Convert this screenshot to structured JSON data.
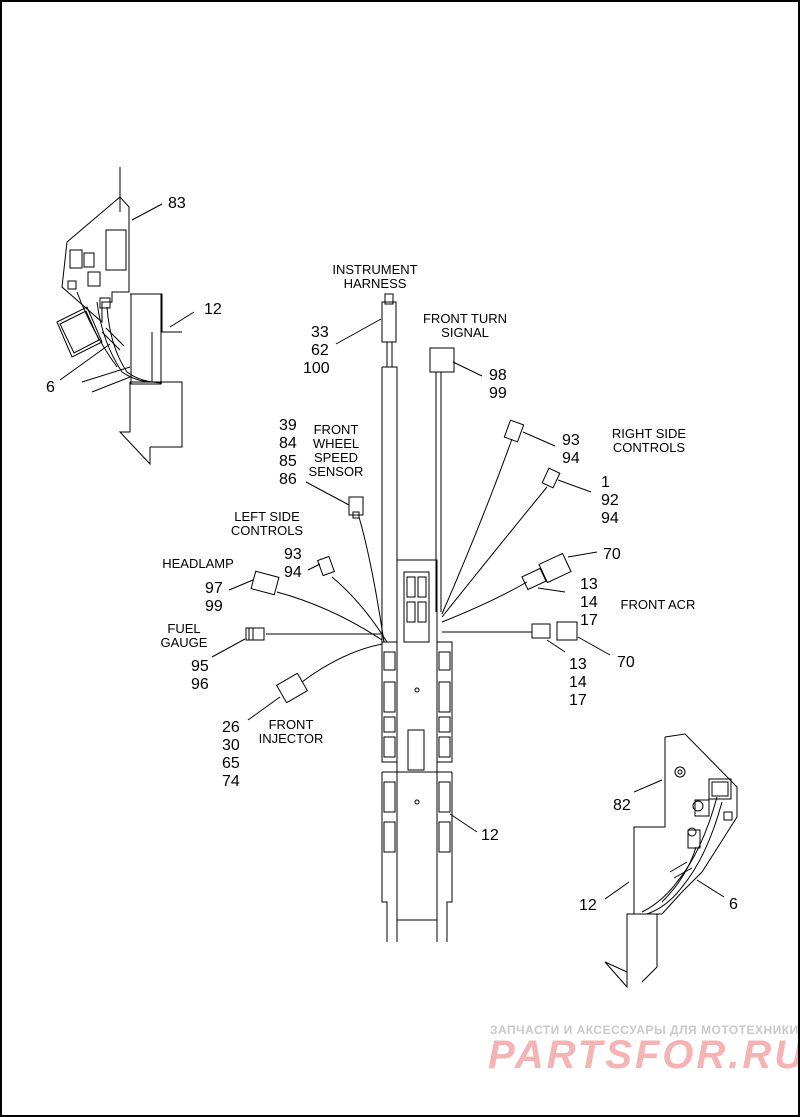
{
  "diagram": {
    "component_labels": {
      "instrument_harness": [
        "INSTRUMENT",
        "HARNESS"
      ],
      "front_turn_signal": [
        "FRONT TURN",
        "SIGNAL"
      ],
      "right_side_controls": [
        "RIGHT SIDE",
        "CONTROLS"
      ],
      "front_wheel_speed_sensor": [
        "FRONT",
        "WHEEL",
        "SPEED",
        "SENSOR"
      ],
      "left_side_controls": [
        "LEFT SIDE",
        "CONTROLS"
      ],
      "headlamp": "HEADLAMP",
      "fuel_gauge": [
        "FUEL",
        "GAUGE"
      ],
      "front_acr": "FRONT ACR",
      "front_injector": [
        "FRONT",
        "INJECTOR"
      ]
    },
    "callouts": {
      "c83": "83",
      "c12_top": "12",
      "c6_top": "6",
      "instrument": [
        "33",
        "62",
        "100"
      ],
      "turn_signal": [
        "98",
        "99"
      ],
      "right_controls_a": [
        "93",
        "94"
      ],
      "right_controls_b": [
        "1",
        "92",
        "94"
      ],
      "wheel_speed": [
        "39",
        "84",
        "85",
        "86"
      ],
      "left_controls": [
        "93",
        "94"
      ],
      "headlamp": [
        "97",
        "99"
      ],
      "fuel_gauge": [
        "95",
        "96"
      ],
      "acr_top_70": "70",
      "acr_a": [
        "13",
        "14",
        "17"
      ],
      "acr_b": [
        "13",
        "14",
        "17"
      ],
      "acr_bottom_70": "70",
      "injector": [
        "26",
        "30",
        "65",
        "74"
      ],
      "c12_center": "12",
      "c82": "82",
      "c12_bottom": "12",
      "c6_bottom": "6"
    }
  },
  "watermark": {
    "top_line": "ЗАПЧАСТИ И АКСЕССУАРЫ ДЛЯ МОТОТЕХНИКИ",
    "brand": "PARTSFOR.RU"
  }
}
